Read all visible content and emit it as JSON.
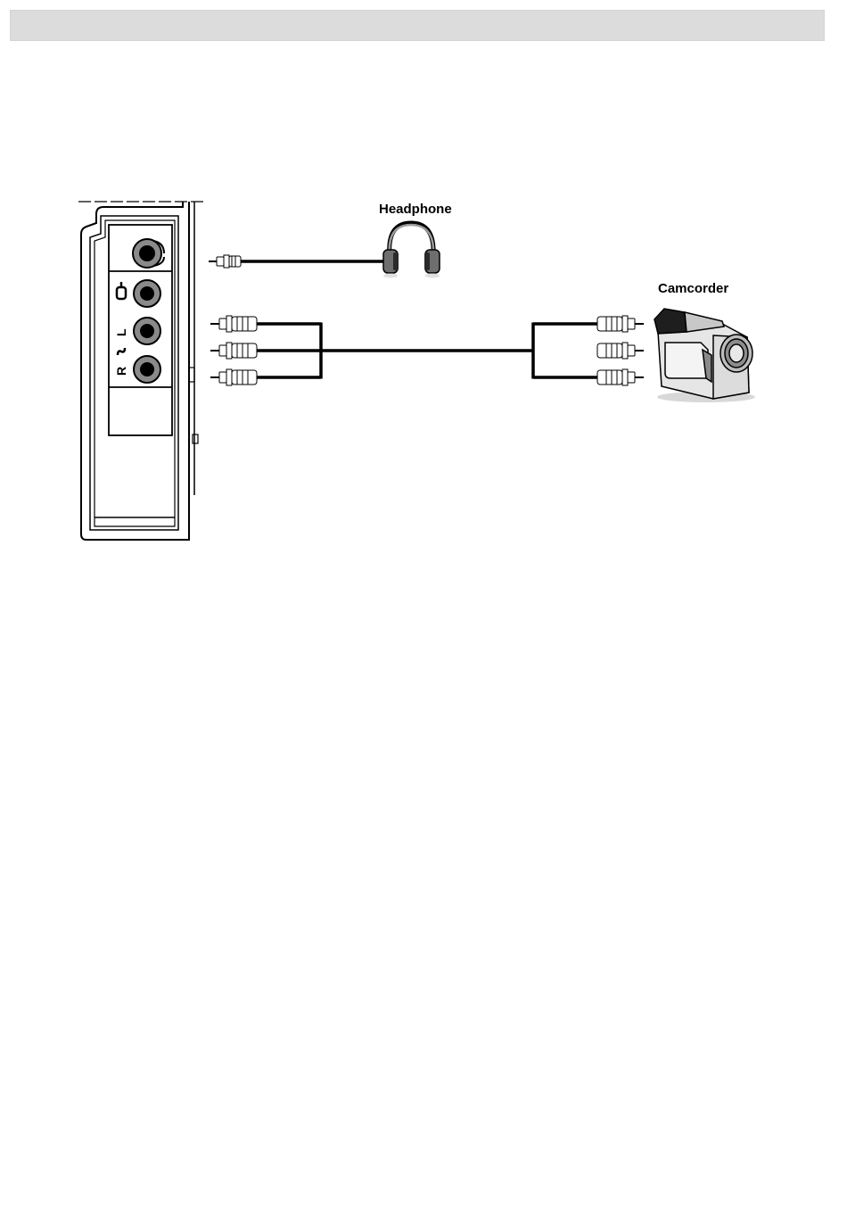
{
  "header": {
    "title": ""
  },
  "labels": {
    "headphone": "Headphone",
    "camcorder": "Camcorder"
  },
  "panel": {
    "port_labels": [
      "L",
      "R"
    ]
  },
  "colors": {
    "header_bar": "#dcdcdc",
    "line": "#000000",
    "jack_ring": "#8a8a8a",
    "camcorder_body": "#e6e6e6"
  },
  "icons": [
    "headphone-icon",
    "camcorder-icon",
    "video-jack-icon",
    "audio-jack-icon",
    "rca-plug-icon",
    "minijack-plug-icon"
  ]
}
